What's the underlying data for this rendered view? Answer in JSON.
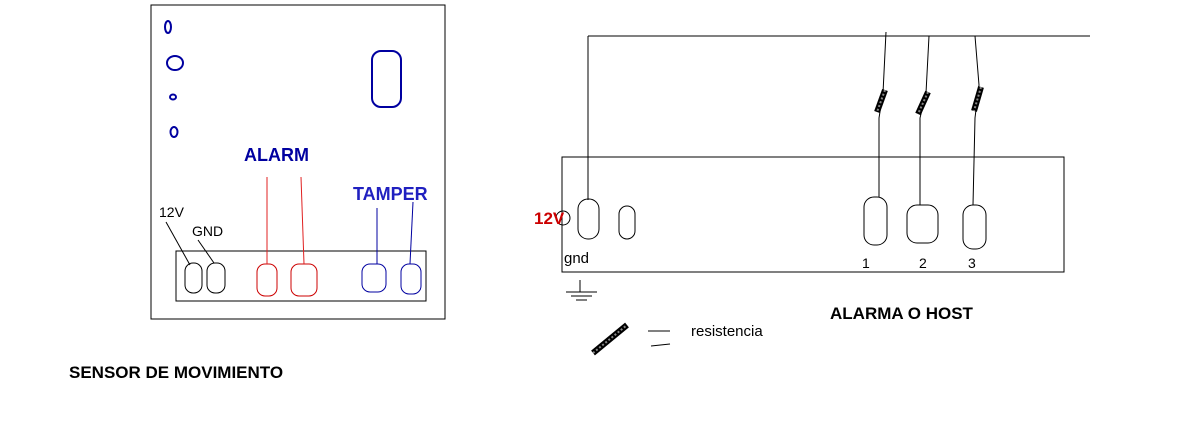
{
  "sensor": {
    "label_12v": "12V",
    "label_gnd": "GND",
    "label_alarm": "ALARM",
    "label_tamper": "TAMPER",
    "title": "SENSOR DE MOVIMIENTO"
  },
  "host": {
    "label_12v": "12V",
    "label_gnd": "gnd",
    "terminal_1": "1",
    "terminal_2": "2",
    "terminal_3": "3",
    "title": "ALARMA O HOST"
  },
  "legend": {
    "resistor_label": "resistencia"
  },
  "colors": {
    "line": "#000000",
    "blue": "#0000a0",
    "red": "#cc0000",
    "alarm_red_wire": "#e02020",
    "tamper_label": "#2020c0"
  }
}
